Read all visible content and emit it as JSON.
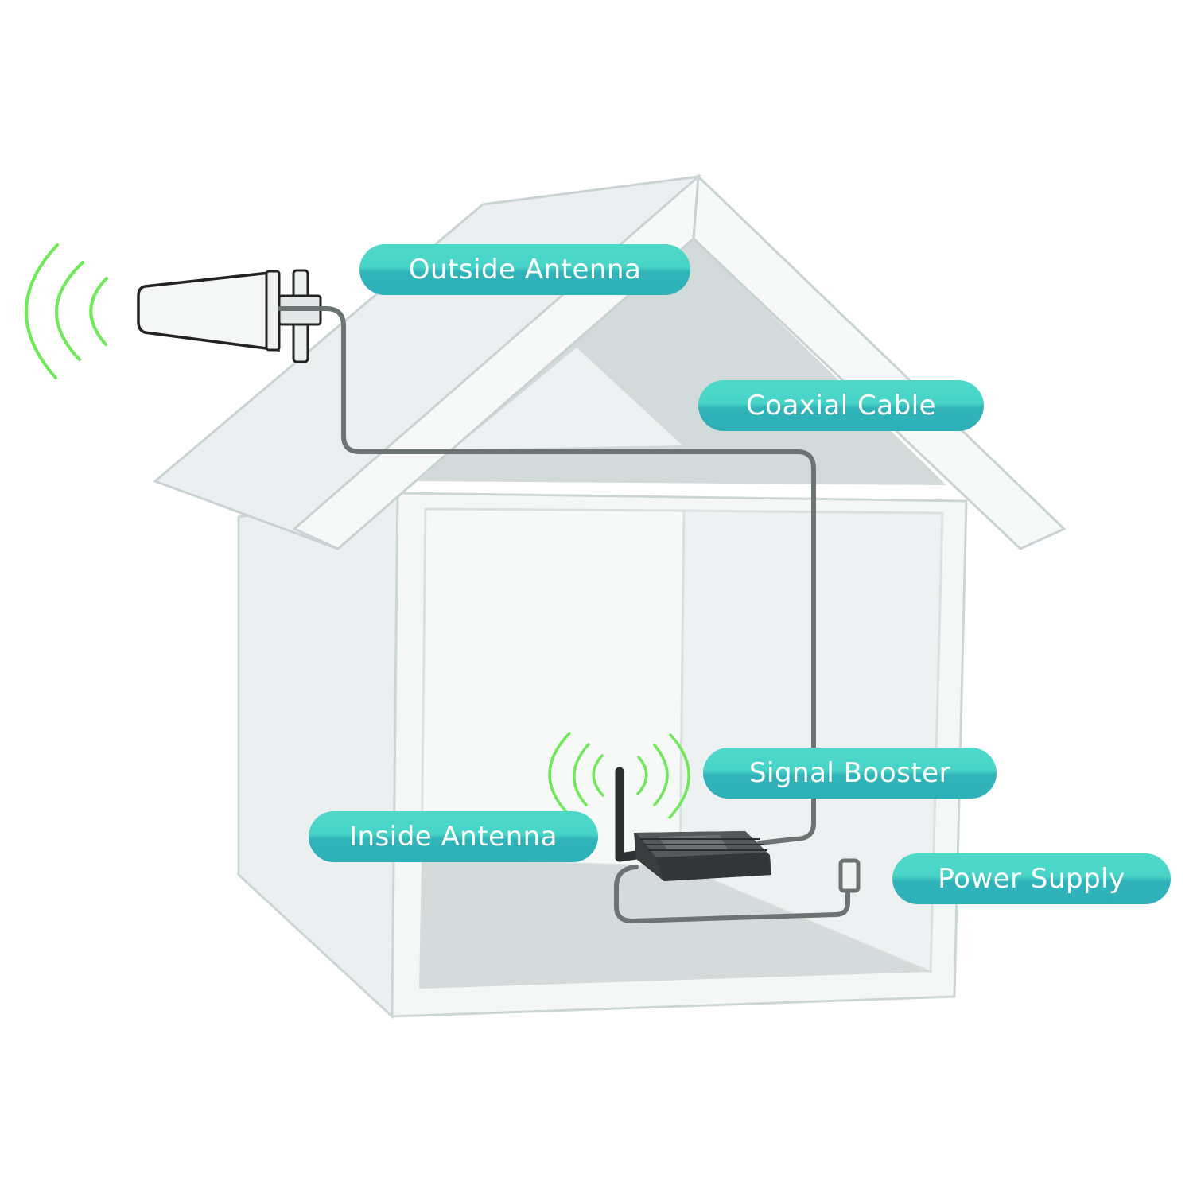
{
  "labels": {
    "outside_antenna": "Outside Antenna",
    "coaxial_cable": "Coaxial Cable",
    "signal_booster": "Signal Booster",
    "inside_antenna": "Inside Antenna",
    "power_supply": "Power Supply"
  },
  "colors": {
    "label_teal": "#46d3c6",
    "label_teal_dark": "#2fb3b9",
    "signal_green": "#6fe85a",
    "cable": "#6b7373",
    "booster": "#3a3d3e"
  }
}
